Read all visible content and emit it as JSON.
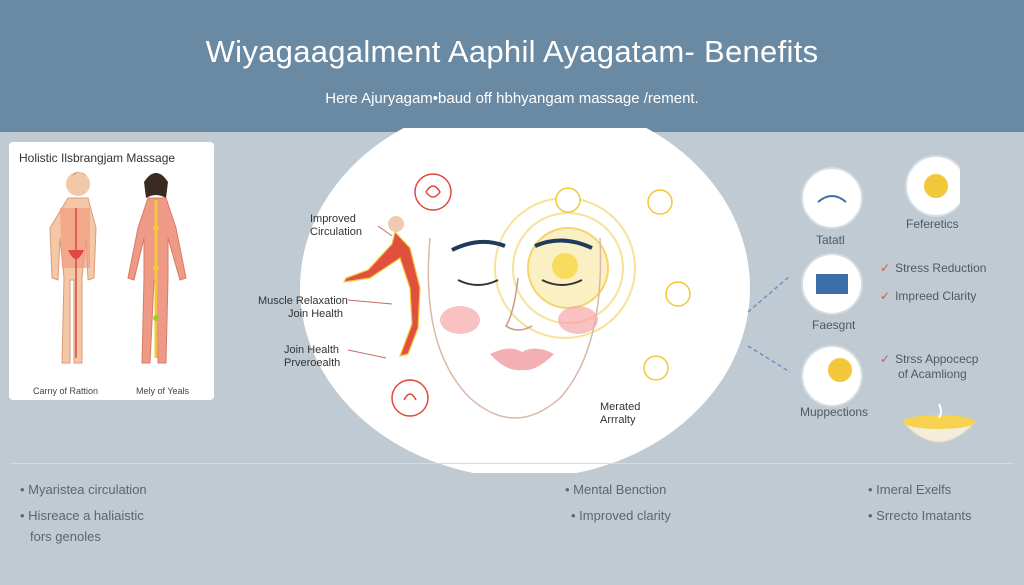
{
  "header": {
    "title": "Wiyagaagalment Aaphil Ayagatam- Benefits",
    "subtitle": "Here Ajuryagam•baud off hbhyangam massage /rement."
  },
  "left_card": {
    "title": "Holistic Ilsbrangjam Massage",
    "caption_left": "Carny of Rattion",
    "caption_right": "Mely of Yeals"
  },
  "center": {
    "label_improved": [
      "Improved",
      "Circulation"
    ],
    "label_muscle": [
      "Muscle Relaxation",
      "Join Health"
    ],
    "label_join": [
      "Join Health",
      "Prveroealth"
    ],
    "label_merated": [
      "Merated",
      "Arrralty"
    ]
  },
  "right": {
    "icon_label_1": "Tatatl",
    "icon_label_2": "Feferetics",
    "icon_label_3": "Faesgnt",
    "icon_label_4": "Muppections",
    "benefits": [
      "Stress Reduction",
      "Impreed Clarity"
    ],
    "benefit_3": [
      "Strss Appocecp",
      "of Acamliong"
    ]
  },
  "bottom": {
    "col1": [
      "• Myaristea circulation",
      "• Hisreace a haliaistic",
      "fors genoles"
    ],
    "col2": [
      "• Mental Benction",
      "• Improved clarity"
    ],
    "col3": [
      "• Imeral Exelfs",
      "• Srrecto Imatants"
    ]
  },
  "colors": {
    "banner": "#6a8aa4",
    "background": "#bfcad3",
    "accent_red": "#e0483d",
    "accent_yellow": "#f3c73a"
  }
}
